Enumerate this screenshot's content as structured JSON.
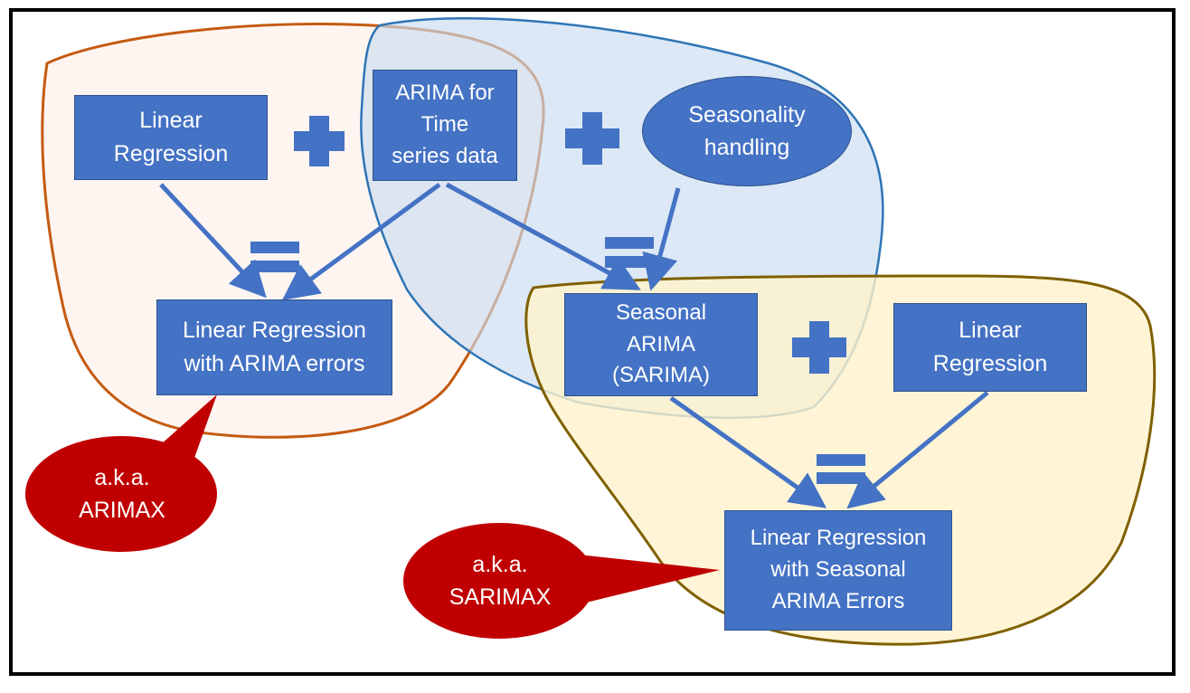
{
  "colors": {
    "box_fill": "#4472c4",
    "box_border": "#2f528f",
    "arrow": "#4472c4",
    "callout_fill": "#c00000",
    "region_orange_stroke": "#c55a11",
    "region_orange_fill": "#fdf1ec",
    "region_blue_stroke": "#2e75b6",
    "region_blue_fill": "#c9dcf0",
    "region_olive_stroke": "#7f6000",
    "region_olive_fill": "#fff2cc"
  },
  "nodes": {
    "linear_regression_top": "Linear\nRegression",
    "arima": "ARIMA for\nTime\nseries data",
    "seasonality": "Seasonality\nhandling",
    "regression_arima_errors": "Linear Regression\nwith ARIMA errors",
    "sarima": "Seasonal\nARIMA\n(SARIMA)",
    "linear_regression_right": "Linear\nRegression",
    "regression_seasonal_errors": "Linear Regression\nwith Seasonal\nARIMA Errors"
  },
  "callouts": {
    "arimax": "a.k.a.\nARIMAX",
    "sarimax": "a.k.a.\nSARIMAX"
  },
  "operators": {
    "plus_symbol": "plus-sign",
    "equals_symbol": "equals-sign"
  }
}
